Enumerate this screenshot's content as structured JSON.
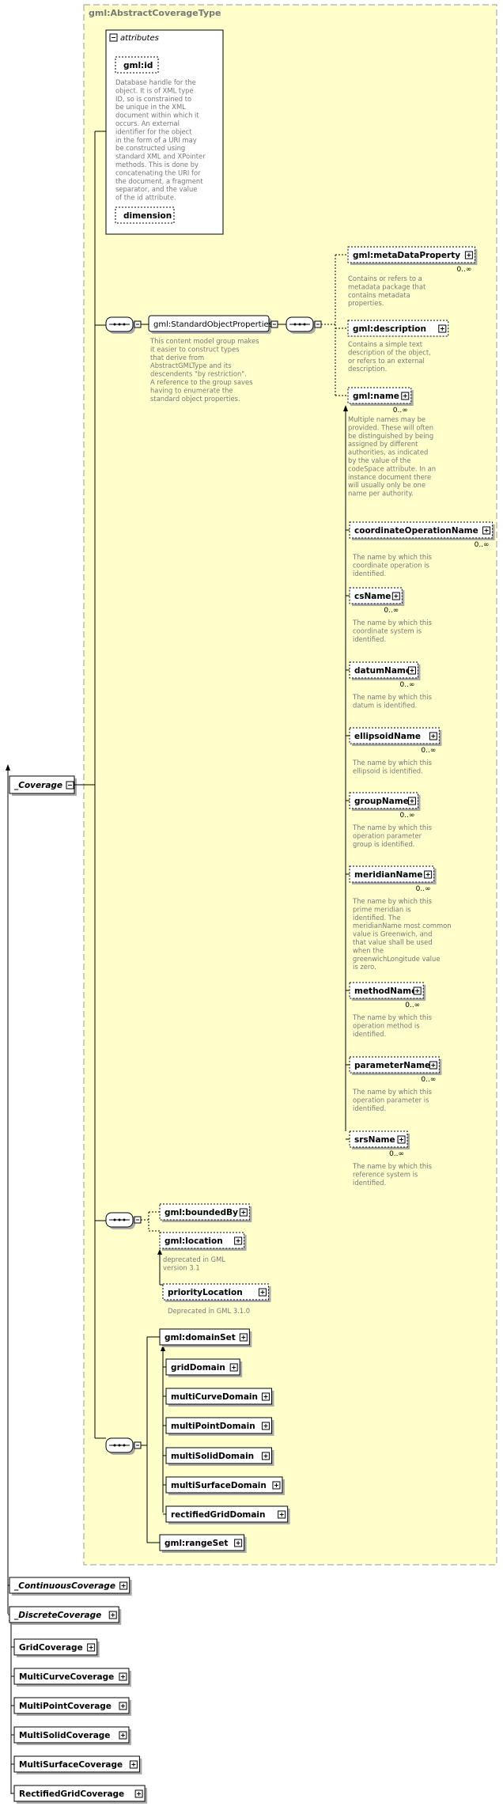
{
  "root": {
    "name": "_Coverage"
  },
  "complex_type": {
    "title": "gml:AbstractCoverageType"
  },
  "attributes": {
    "header": "attributes",
    "items": [
      {
        "name": "gml:id",
        "doc": "Database handle for the object.  It is of XML type ID, so is constrained to be unique in the XML document within which it occurs.  An external identifier for the object in the form of a URI may be constructed using standard XML and XPointer methods.  This is done by concatenating the URI for the document, a fragment separator, and the value of the id attribute."
      },
      {
        "name": "dimension",
        "doc": ""
      }
    ]
  },
  "standard_object_properties": {
    "name": "gml:StandardObjectProperties",
    "doc": "This content model group makes it easier to construct types that derive from AbstractGMLType and its descendents \"by restriction\".  A reference to the group saves having to enumerate the standard object properties.",
    "elements": [
      {
        "name": "gml:metaDataProperty",
        "card": "0..∞",
        "doc": "Contains or refers to a metadata package that contains metadata properties."
      },
      {
        "name": "gml:description",
        "card": "",
        "doc": "Contains a simple text description of the object, or refers to an external description."
      },
      {
        "name": "gml:name",
        "card": "0..∞",
        "doc": "Multiple names may be provided.  These will often be distinguished by being assigned by different authorities, as indicated by the value of the codeSpace attribute.  In an instance document there will usually only be one name per authority."
      }
    ],
    "substitutions": [
      {
        "name": "coordinateOperationName",
        "card": "0..∞",
        "doc": "The name by which this coordinate operation is identified."
      },
      {
        "name": "csName",
        "card": "0..∞",
        "doc": "The name by which this coordinate system is identified."
      },
      {
        "name": "datumName",
        "card": "0..∞",
        "doc": "The name by which this datum is identified."
      },
      {
        "name": "ellipsoidName",
        "card": "0..∞",
        "doc": "The name by which this ellipsoid is identified."
      },
      {
        "name": "groupName",
        "card": "0..∞",
        "doc": "The name by which this operation parameter group is identified."
      },
      {
        "name": "meridianName",
        "card": "0..∞",
        "doc": "The name by which this prime meridian is identified. The meridianName most common value is Greenwich, and that value shall be used when the greenwichLongitude value is zero."
      },
      {
        "name": "methodName",
        "card": "0..∞",
        "doc": "The name by which this operation method is identified."
      },
      {
        "name": "parameterName",
        "card": "0..∞",
        "doc": "The name by which this operation parameter is identified."
      },
      {
        "name": "srsName",
        "card": "0..∞",
        "doc": "The name by which this reference system is identified."
      }
    ]
  },
  "bounded_group": {
    "elements": [
      {
        "name": "gml:boundedBy",
        "doc": ""
      },
      {
        "name": "gml:location",
        "doc": "deprecated in GML version 3.1"
      },
      {
        "name": "priorityLocation",
        "doc": "Deprecated in GML 3.1.0"
      }
    ]
  },
  "domain_group": {
    "domain_set": "gml:domainSet",
    "domain_substitutions": [
      "gridDomain",
      "multiCurveDomain",
      "multiPointDomain",
      "multiSolidDomain",
      "multiSurfaceDomain",
      "rectifiedGridDomain"
    ],
    "range_set": "gml:rangeSet"
  },
  "derived": [
    "_ContinuousCoverage",
    "_DiscreteCoverage"
  ],
  "discrete_derived": [
    "GridCoverage",
    "MultiCurveCoverage",
    "MultiPointCoverage",
    "MultiSolidCoverage",
    "MultiSurfaceCoverage",
    "RectifiedGridCoverage"
  ]
}
